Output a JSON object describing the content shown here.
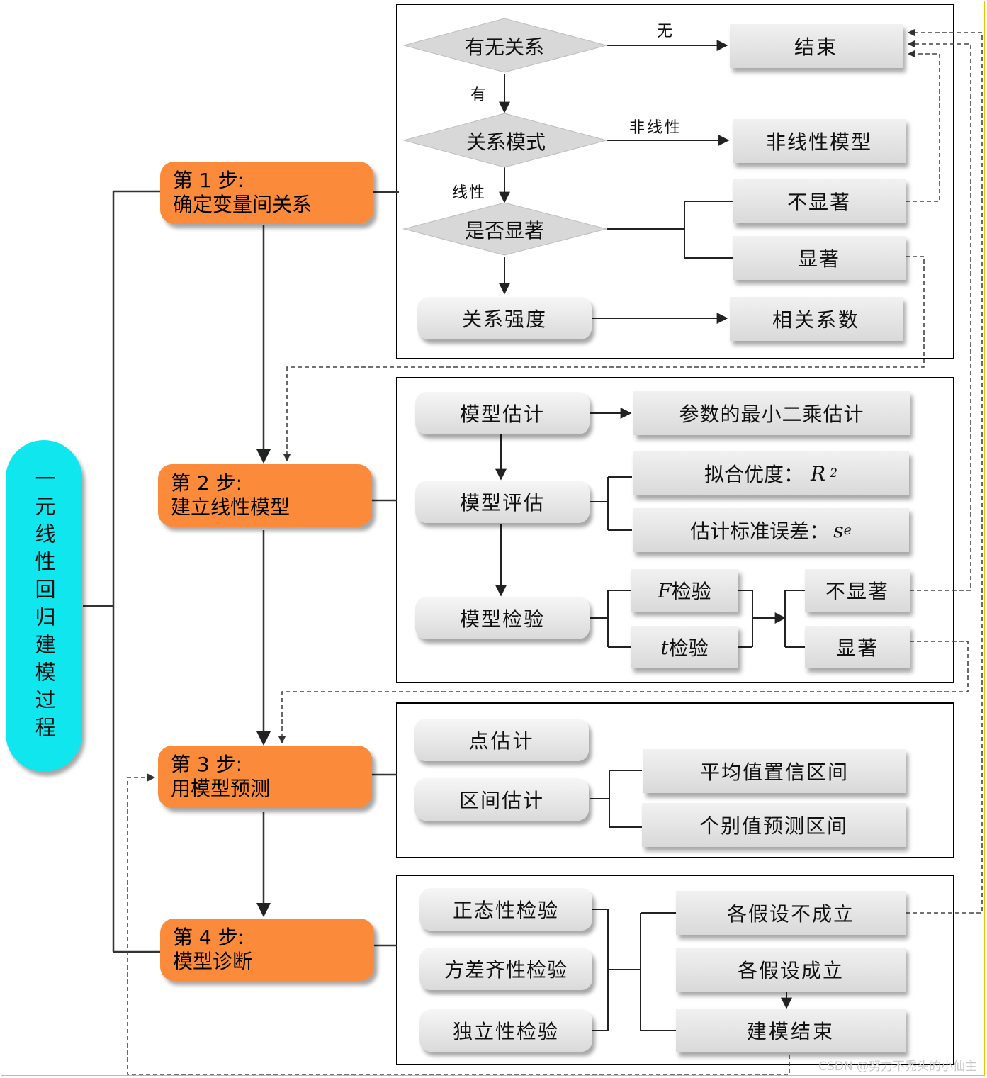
{
  "title": "一元线性回归建模过程",
  "steps": {
    "s1": {
      "line1": "第 1 步:",
      "line2": "确定变量间关系"
    },
    "s2": {
      "line1": "第 2 步:",
      "line2": "建立线性模型"
    },
    "s3": {
      "line1": "第 3 步:",
      "line2": "用模型预测"
    },
    "s4": {
      "line1": "第 4 步:",
      "line2": "模型诊断"
    }
  },
  "panel1": {
    "d_relation": "有无关系",
    "d_pattern": "关系模式",
    "d_significant": "是否显著",
    "label_none": "无",
    "label_has": "有",
    "label_nonlinear": "非线性",
    "label_linear": "线性",
    "end": "结束",
    "nonlinear_model": "非线性模型",
    "not_significant": "不显著",
    "significant": "显著",
    "strength": "关系强度",
    "correlation": "相关系数"
  },
  "panel2": {
    "estimate": "模型估计",
    "least_squares": "参数的最小二乘估计",
    "evaluate": "模型评估",
    "r2_label": "拟合优度：",
    "r2_symbol": "R",
    "r2_exp": "2",
    "se_label": "估计标准误差：",
    "se_symbol": "s",
    "se_sub": "e",
    "test": "模型检验",
    "f_symbol": "F",
    "f_test": " 检验",
    "t_symbol": "t",
    "t_test": " 检验",
    "not_significant": "不显著",
    "significant": "显著"
  },
  "panel3": {
    "point": "点估计",
    "interval": "区间估计",
    "mean_ci": "平均值置信区间",
    "pred_interval": "个别值预测区间"
  },
  "panel4": {
    "normality": "正态性检验",
    "homoscedasticity": "方差齐性检验",
    "independence": "独立性检验",
    "assumptions_fail": "各假设不成立",
    "assumptions_hold": "各假设成立",
    "modeling_end": "建模结束"
  },
  "watermark": "CSDN @努力不秃头的小仙主",
  "colors": {
    "title_bg": "#10e6ee",
    "step_bg": "#fb8a3a",
    "box_gray": "#e2e2e2",
    "border_yellow": "#e8c400"
  }
}
